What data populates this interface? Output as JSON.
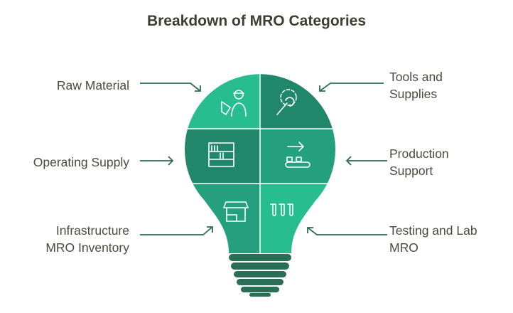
{
  "title": "Breakdown of MRO Categories",
  "categories": [
    {
      "label_lines": [
        "Raw Material"
      ],
      "icon": "worker-icon",
      "color": "#27BD8F"
    },
    {
      "label_lines": [
        "Tools and",
        "Supplies"
      ],
      "icon": "gear-wrench-icon",
      "color": "#21876A"
    },
    {
      "label_lines": [
        "Operating Supply"
      ],
      "icon": "shelf-icon",
      "color": "#22866A"
    },
    {
      "label_lines": [
        "Production",
        "Support"
      ],
      "icon": "conveyor-icon",
      "color": "#25A07F"
    },
    {
      "label_lines": [
        "Infrastructure",
        "MRO Inventory"
      ],
      "icon": "storefront-icon",
      "color": "#25A07F"
    },
    {
      "label_lines": [
        "Testing and Lab",
        "MRO"
      ],
      "icon": "test-tubes-icon",
      "color": "#27BD8F"
    }
  ],
  "colors": {
    "base": "#2A6E55",
    "arrow": "#2A6E55"
  }
}
